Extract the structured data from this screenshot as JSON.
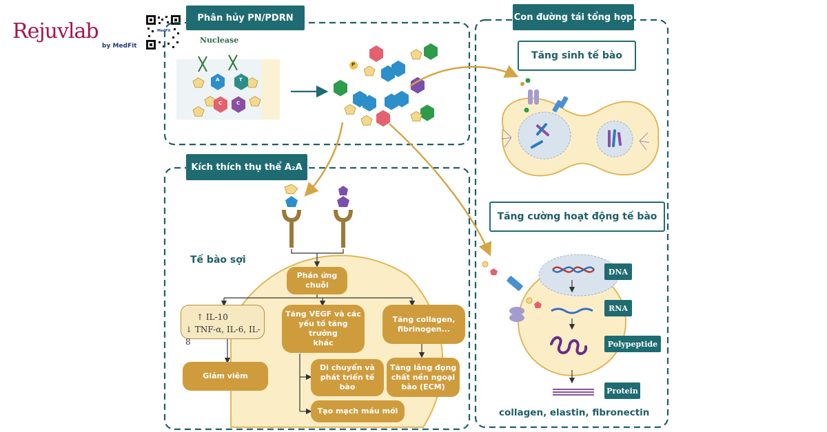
{
  "logo": {
    "brand": "Rejuvlab",
    "sub": "by MedFit"
  },
  "qr": {
    "center_text": "MedFit"
  },
  "sections": {
    "breakdown": {
      "title": "Phân hủy PN/PDRN",
      "nuclease": "Nuclease"
    },
    "salvage": {
      "title": "Con đường tái tổng hợp"
    },
    "proliferation": {
      "title": "Tăng sinh tế bào"
    },
    "activity": {
      "title": "Tăng cường hoạt động tế bào"
    },
    "a2a": {
      "title": "Kích thích thụ thể A₂A"
    }
  },
  "nucleotides": {
    "a": "A",
    "t": "T",
    "c1": "C",
    "c2": "C",
    "p": "P"
  },
  "fibroblast_label": "Tế bào sợi",
  "chain": {
    "reaction": "Phản ứng\nchuỗi"
  },
  "cytokines": {
    "line1": "↑ IL-10",
    "line2": "↓ TNF-α, IL-6, IL-8"
  },
  "boxes": {
    "reduce_inflammation": "Giảm viêm",
    "vegf": "Tăng VEGF và các\nyếu tố tăng trưởng\nkhác",
    "collagen": "Tăng collagen,\nfibrinogen...",
    "migration": "Di chuyển và\nphát triển tế bào",
    "ecm": "Tăng lắng đọng\nchất nền ngoại\nbào (ECM)",
    "angiogenesis": "Tạo mạch máu mới"
  },
  "pipeline": {
    "dna": "DNA",
    "rna": "RNA",
    "polypeptide": "Polypeptide",
    "protein": "Protein"
  },
  "footer_products": "collagen, elastin, fibronectin",
  "colors": {
    "teal": "#1f6b72",
    "gold": "#cf9c3d",
    "cream": "#f6e9c2",
    "cell": "#fbeec7",
    "arrow": "#d3a544"
  }
}
